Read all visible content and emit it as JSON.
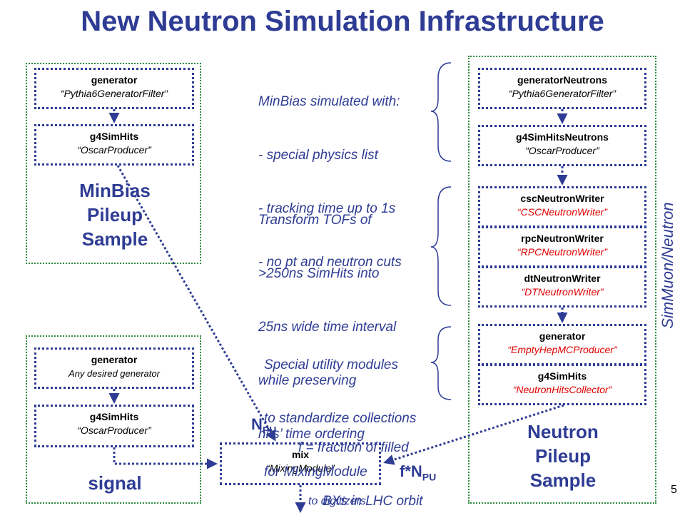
{
  "title": "New Neutron Simulation Infrastructure",
  "colors": {
    "accent": "#2e3c94",
    "group_border": "#2e8a3e",
    "highlight": "#e00000"
  },
  "minbias": {
    "generator": {
      "module": "generator",
      "class": "“Pythia6GeneratorFilter”"
    },
    "g4": {
      "module": "g4SimHits",
      "class": "“OscarProducer”"
    },
    "label": [
      "MinBias",
      "Pileup",
      "Sample"
    ]
  },
  "signal": {
    "generator": {
      "module": "generator",
      "class": "Any desired generator"
    },
    "g4": {
      "module": "g4SimHits",
      "class": "“OscarProducer”"
    },
    "label": "signal"
  },
  "mix": {
    "module": "mix",
    "class": "“MixingModule”"
  },
  "neutron": {
    "generator": {
      "module": "generatorNeutrons",
      "class": "“Pythia6GeneratorFilter”"
    },
    "g4": {
      "module": "g4SimHitsNeutrons",
      "class": "“OscarProducer”"
    },
    "csc": {
      "module": "cscNeutronWriter",
      "class": "“CSCNeutronWriter”"
    },
    "rpc": {
      "module": "rpcNeutronWriter",
      "class": "“RPCNeutronWriter”"
    },
    "dt": {
      "module": "dtNeutronWriter",
      "class": "“DTNeutronWriter”"
    },
    "gen2": {
      "module": "generator",
      "class": "“EmptyHepMCProducer”"
    },
    "g4b": {
      "module": "g4SimHits",
      "class": "“NeutronHitsCollector”"
    },
    "label": [
      "Neutron",
      "Pileup",
      "Sample"
    ],
    "vertical_label": "SimMuon/Neutron"
  },
  "notes": {
    "minbias_sim": [
      "MinBias simulated with:",
      "- special physics list",
      "- tracking time up to 1s",
      "- no pt and neutron cuts"
    ],
    "transform": [
      "Transform TOFs of",
      ">250ns SimHits into",
      "25ns wide time interval",
      "while preserving",
      "hits’ time ordering"
    ],
    "utility": [
      "Special utility modules",
      "to standardize collections",
      "for MixingModule"
    ],
    "fraction": [
      "f = fraction of filled",
      "BXs in LHC orbit"
    ]
  },
  "npu": {
    "base": "N",
    "sub": "PU"
  },
  "fnpu": {
    "base": "f*N",
    "sub": "PU"
  },
  "to_digitizers": "to digitizers",
  "page_number": "5"
}
